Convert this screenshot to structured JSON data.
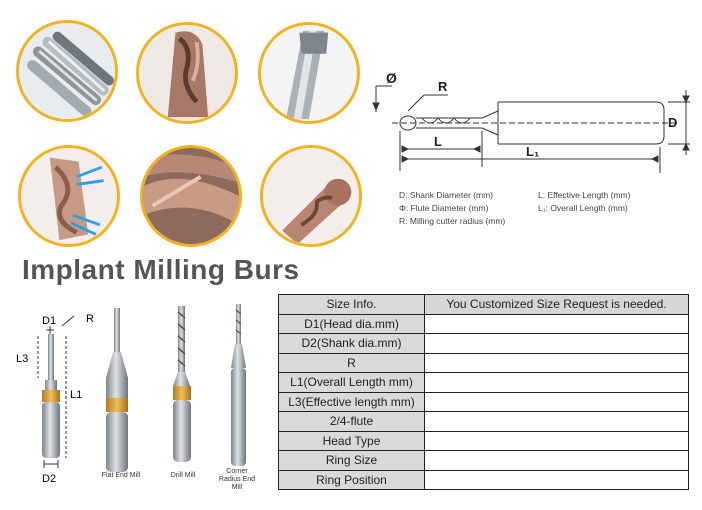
{
  "diagram": {
    "symbols": {
      "phi": "Ø",
      "r": "R",
      "l": "L",
      "l1": "L₁",
      "d": "D"
    },
    "legend": {
      "shank": "D: Shank Diameter (mm)",
      "flute": "Φ: Flute Diameter (mm)",
      "radius": "R: Milling cutter radius (mm)",
      "effective": "L: Effective Length (mm)",
      "overall": "L₁: Overall Length (mm)"
    }
  },
  "section_title": "Implant Milling Burs",
  "bur_diagram": {
    "d1": "D1",
    "r": "R",
    "l3": "L3",
    "l1": "L1",
    "d2": "D2"
  },
  "bur_types": [
    "Flat End Mill",
    "Drill Mill",
    "Corner Radius End Mill"
  ],
  "table": {
    "header_left": "Size Info.",
    "header_right": "You Customized Size Request is needed.",
    "rows": [
      "D1(Head dia.mm)",
      "D2(Shank dia.mm)",
      "R",
      "L1(Overall Length mm)",
      "L3(Effective length mm)",
      "2/4-flute",
      "Head Type",
      "Ring Size",
      "Ring Position"
    ]
  },
  "colors": {
    "circle_border": "#f2b21e",
    "ring": "#d9962a",
    "header_bg": "#d6d6d6",
    "label_bg": "#d9d9d9",
    "title": "#555555"
  }
}
